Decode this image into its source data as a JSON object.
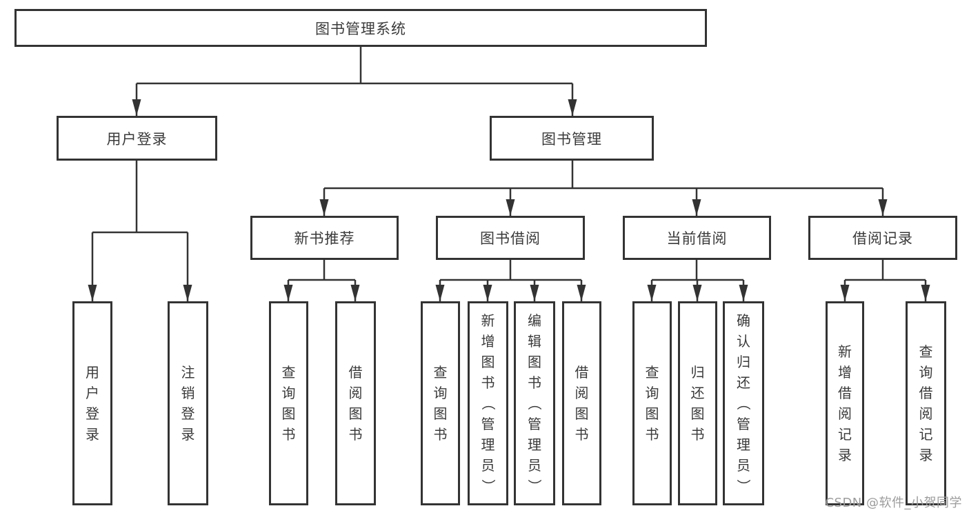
{
  "watermark": "CSDN @软件_小贺同学",
  "colors": {
    "line": "#333333",
    "box_border": "#333333",
    "text": "#3a3a3a",
    "background": "#ffffff",
    "watermark": "#9c9c9c"
  },
  "nodes": {
    "root": {
      "id": "library-management-system",
      "label": "图书管理系统"
    },
    "level2": [
      {
        "id": "user-login",
        "label": "用户登录",
        "parent": "library-management-system"
      },
      {
        "id": "book-management",
        "label": "图书管理",
        "parent": "library-management-system"
      }
    ],
    "level3": [
      {
        "id": "new-book-recommend",
        "label": "新书推荐",
        "parent": "book-management"
      },
      {
        "id": "book-borrow",
        "label": "图书借阅",
        "parent": "book-management"
      },
      {
        "id": "current-borrow",
        "label": "当前借阅",
        "parent": "book-management"
      },
      {
        "id": "borrow-records",
        "label": "借阅记录",
        "parent": "book-management"
      }
    ],
    "leaves": [
      {
        "id": "leaf-user-login",
        "label": "用户登录",
        "parent": "user-login"
      },
      {
        "id": "leaf-logout",
        "label": "注销登录",
        "parent": "user-login"
      },
      {
        "id": "leaf-query-book-recommend",
        "label": "查询图书",
        "parent": "new-book-recommend"
      },
      {
        "id": "leaf-borrow-book-recommend",
        "label": "借阅图书",
        "parent": "new-book-recommend"
      },
      {
        "id": "leaf-query-book-borrow",
        "label": "查询图书",
        "parent": "book-borrow"
      },
      {
        "id": "leaf-add-book-admin",
        "label": "新增图书（管理员）",
        "parent": "book-borrow"
      },
      {
        "id": "leaf-edit-book-admin",
        "label": "编辑图书（管理员）",
        "parent": "book-borrow"
      },
      {
        "id": "leaf-borrow-book",
        "label": "借阅图书",
        "parent": "book-borrow"
      },
      {
        "id": "leaf-query-book-current",
        "label": "查询图书",
        "parent": "current-borrow"
      },
      {
        "id": "leaf-return-book",
        "label": "归还图书",
        "parent": "current-borrow"
      },
      {
        "id": "leaf-confirm-return-admin",
        "label": "确认归还（管理员）",
        "parent": "current-borrow"
      },
      {
        "id": "leaf-add-borrow-record",
        "label": "新增借阅记录",
        "parent": "borrow-records"
      },
      {
        "id": "leaf-query-borrow-record",
        "label": "查询借阅记录",
        "parent": "borrow-records"
      }
    ]
  }
}
